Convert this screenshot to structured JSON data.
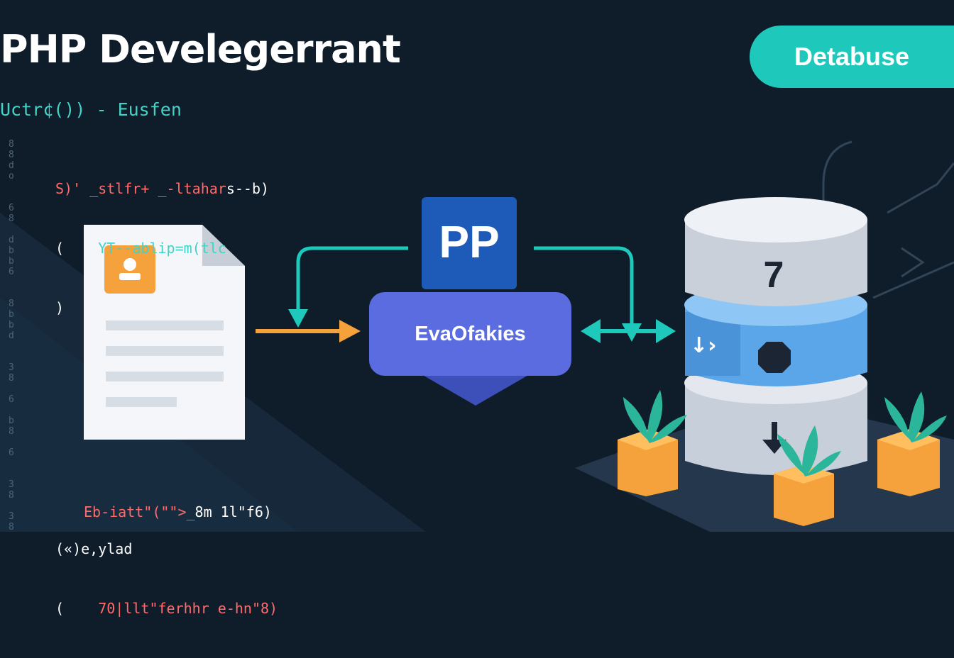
{
  "header": {
    "title": "PHP Develegerrant",
    "subtitle": "Uctr¢()) - Eusfen",
    "badge": "Detabuse"
  },
  "code_top": {
    "line1_a": "S)' _stlf",
    "line1_b": "r+ _-ltahar",
    "line1_c": "s--b)",
    "line2_a": "(",
    "line2_b": "YT--ablip=m(tlc",
    "line3": ")"
  },
  "code_bottom": {
    "line1_a": "Eb-iatt\"(\"\">_",
    "line1_b": "8m 1l\"f6)",
    "line2_a": "(«)e,",
    "line2_b": "ylad",
    "line3_a": "(",
    "line3_b": "70|llt\"ferhhr e-hn\"8)"
  },
  "gutter": "8\n8\nd\no\n\n\n6\n8\n\nd\nb\nb\n6\n\n\n8\nb\nb\nd\n\n\n3\n8\n\n6\n\nb\n8\n\n6\n\n\n3\n8\n\n3\n8",
  "center": {
    "php_label": "PP",
    "process_label": "EvaOfakies"
  },
  "database": {
    "top_number": "7",
    "middle_arrows": "↓›"
  },
  "colors": {
    "background": "#0f1d2b",
    "accent_teal": "#1ec9bc",
    "php_blue": "#1e5bb8",
    "process_purple": "#5b6ce0",
    "arrow_orange": "#f5a13c",
    "doc_icon_orange": "#f5a13c"
  }
}
